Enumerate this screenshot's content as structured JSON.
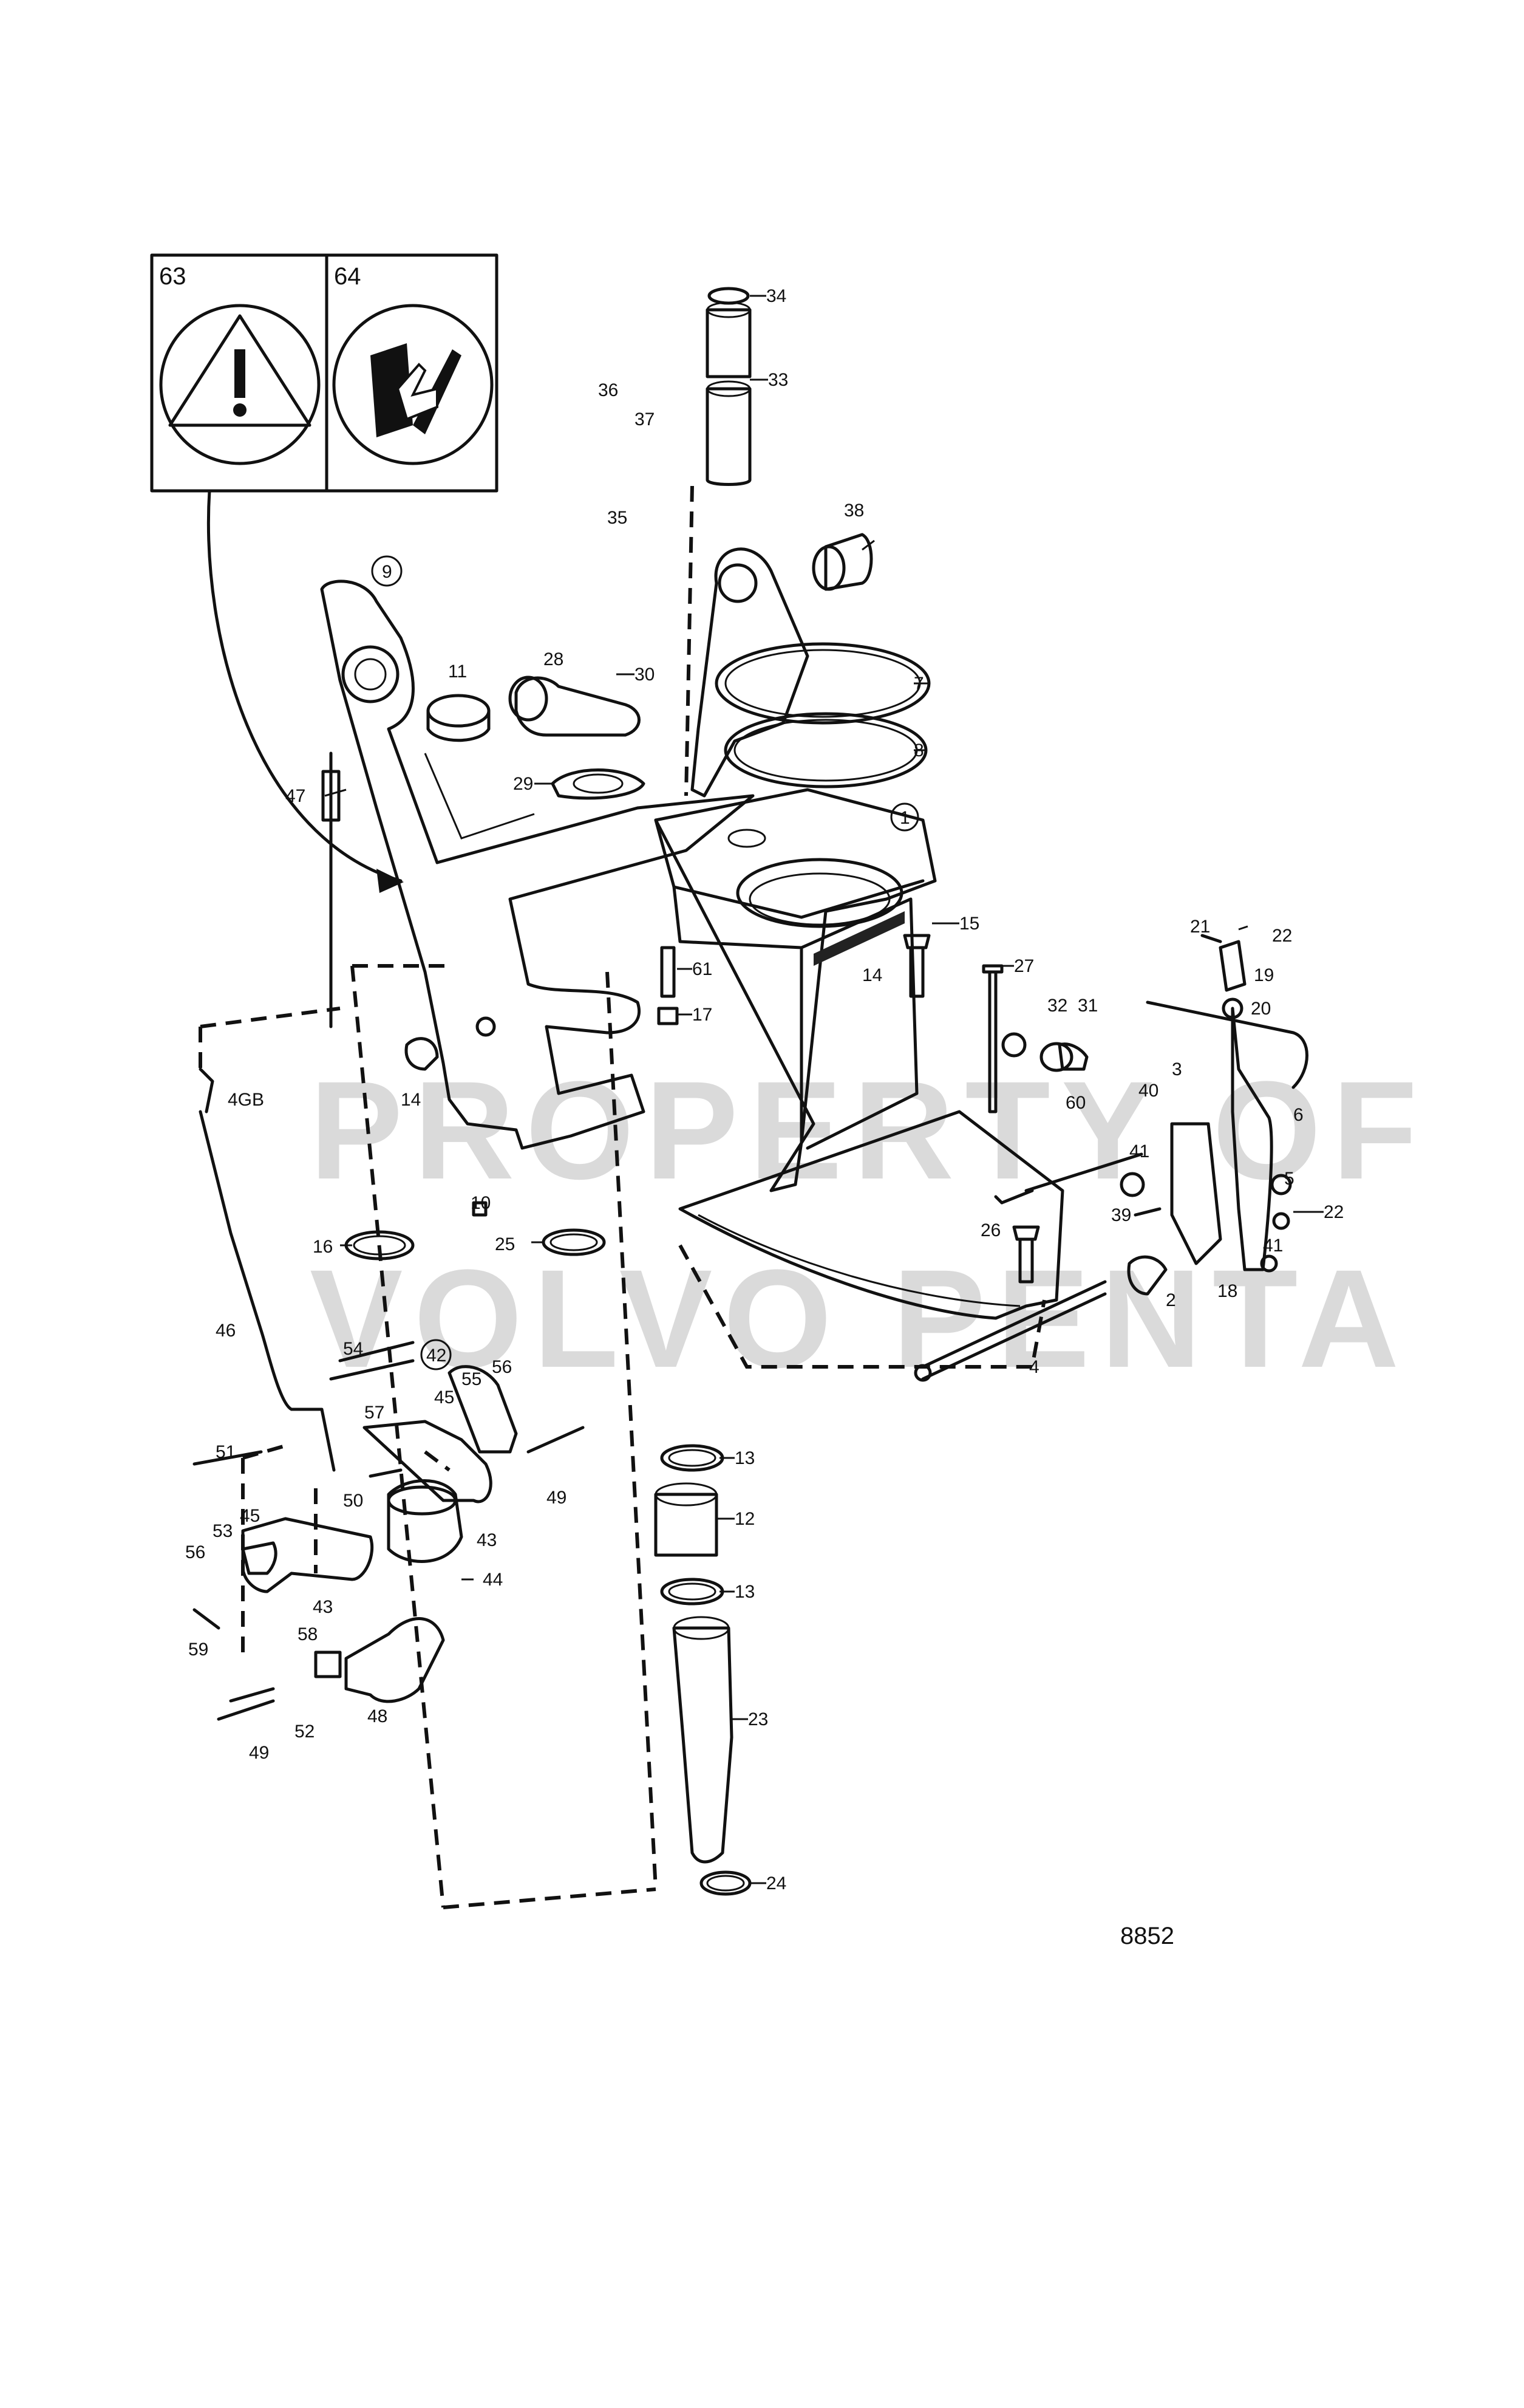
{
  "drawing_number": "8852",
  "watermark": {
    "line1": "PROPERTY OF",
    "line2": "VOLVO PENTA"
  },
  "symbols": [
    {
      "label": "63",
      "icon": "warning-triangle-icon"
    },
    {
      "label": "64",
      "icon": "manual-book-icon"
    }
  ],
  "callouts": [
    {
      "id": "1",
      "circled": true
    },
    {
      "id": "2"
    },
    {
      "id": "3"
    },
    {
      "id": "4"
    },
    {
      "id": "5"
    },
    {
      "id": "6"
    },
    {
      "id": "7"
    },
    {
      "id": "8"
    },
    {
      "id": "9",
      "circled": true
    },
    {
      "id": "10"
    },
    {
      "id": "11"
    },
    {
      "id": "12"
    },
    {
      "id": "13"
    },
    {
      "id": "13"
    },
    {
      "id": "14"
    },
    {
      "id": "14"
    },
    {
      "id": "15"
    },
    {
      "id": "16"
    },
    {
      "id": "17"
    },
    {
      "id": "18"
    },
    {
      "id": "19"
    },
    {
      "id": "20"
    },
    {
      "id": "21"
    },
    {
      "id": "22"
    },
    {
      "id": "22"
    },
    {
      "id": "23"
    },
    {
      "id": "24"
    },
    {
      "id": "25"
    },
    {
      "id": "26"
    },
    {
      "id": "27"
    },
    {
      "id": "28"
    },
    {
      "id": "29"
    },
    {
      "id": "30"
    },
    {
      "id": "31"
    },
    {
      "id": "32"
    },
    {
      "id": "33"
    },
    {
      "id": "34"
    },
    {
      "id": "35"
    },
    {
      "id": "36"
    },
    {
      "id": "37"
    },
    {
      "id": "38"
    },
    {
      "id": "39"
    },
    {
      "id": "40"
    },
    {
      "id": "41"
    },
    {
      "id": "41"
    },
    {
      "id": "42",
      "circled": true
    },
    {
      "id": "43"
    },
    {
      "id": "43"
    },
    {
      "id": "44"
    },
    {
      "id": "45"
    },
    {
      "id": "45"
    },
    {
      "id": "46"
    },
    {
      "id": "47"
    },
    {
      "id": "48"
    },
    {
      "id": "49"
    },
    {
      "id": "49"
    },
    {
      "id": "50"
    },
    {
      "id": "51"
    },
    {
      "id": "52"
    },
    {
      "id": "53"
    },
    {
      "id": "54"
    },
    {
      "id": "55"
    },
    {
      "id": "56"
    },
    {
      "id": "56"
    },
    {
      "id": "57"
    },
    {
      "id": "58"
    },
    {
      "id": "59"
    },
    {
      "id": "60"
    },
    {
      "id": "61"
    },
    {
      "id": "4GB"
    }
  ]
}
